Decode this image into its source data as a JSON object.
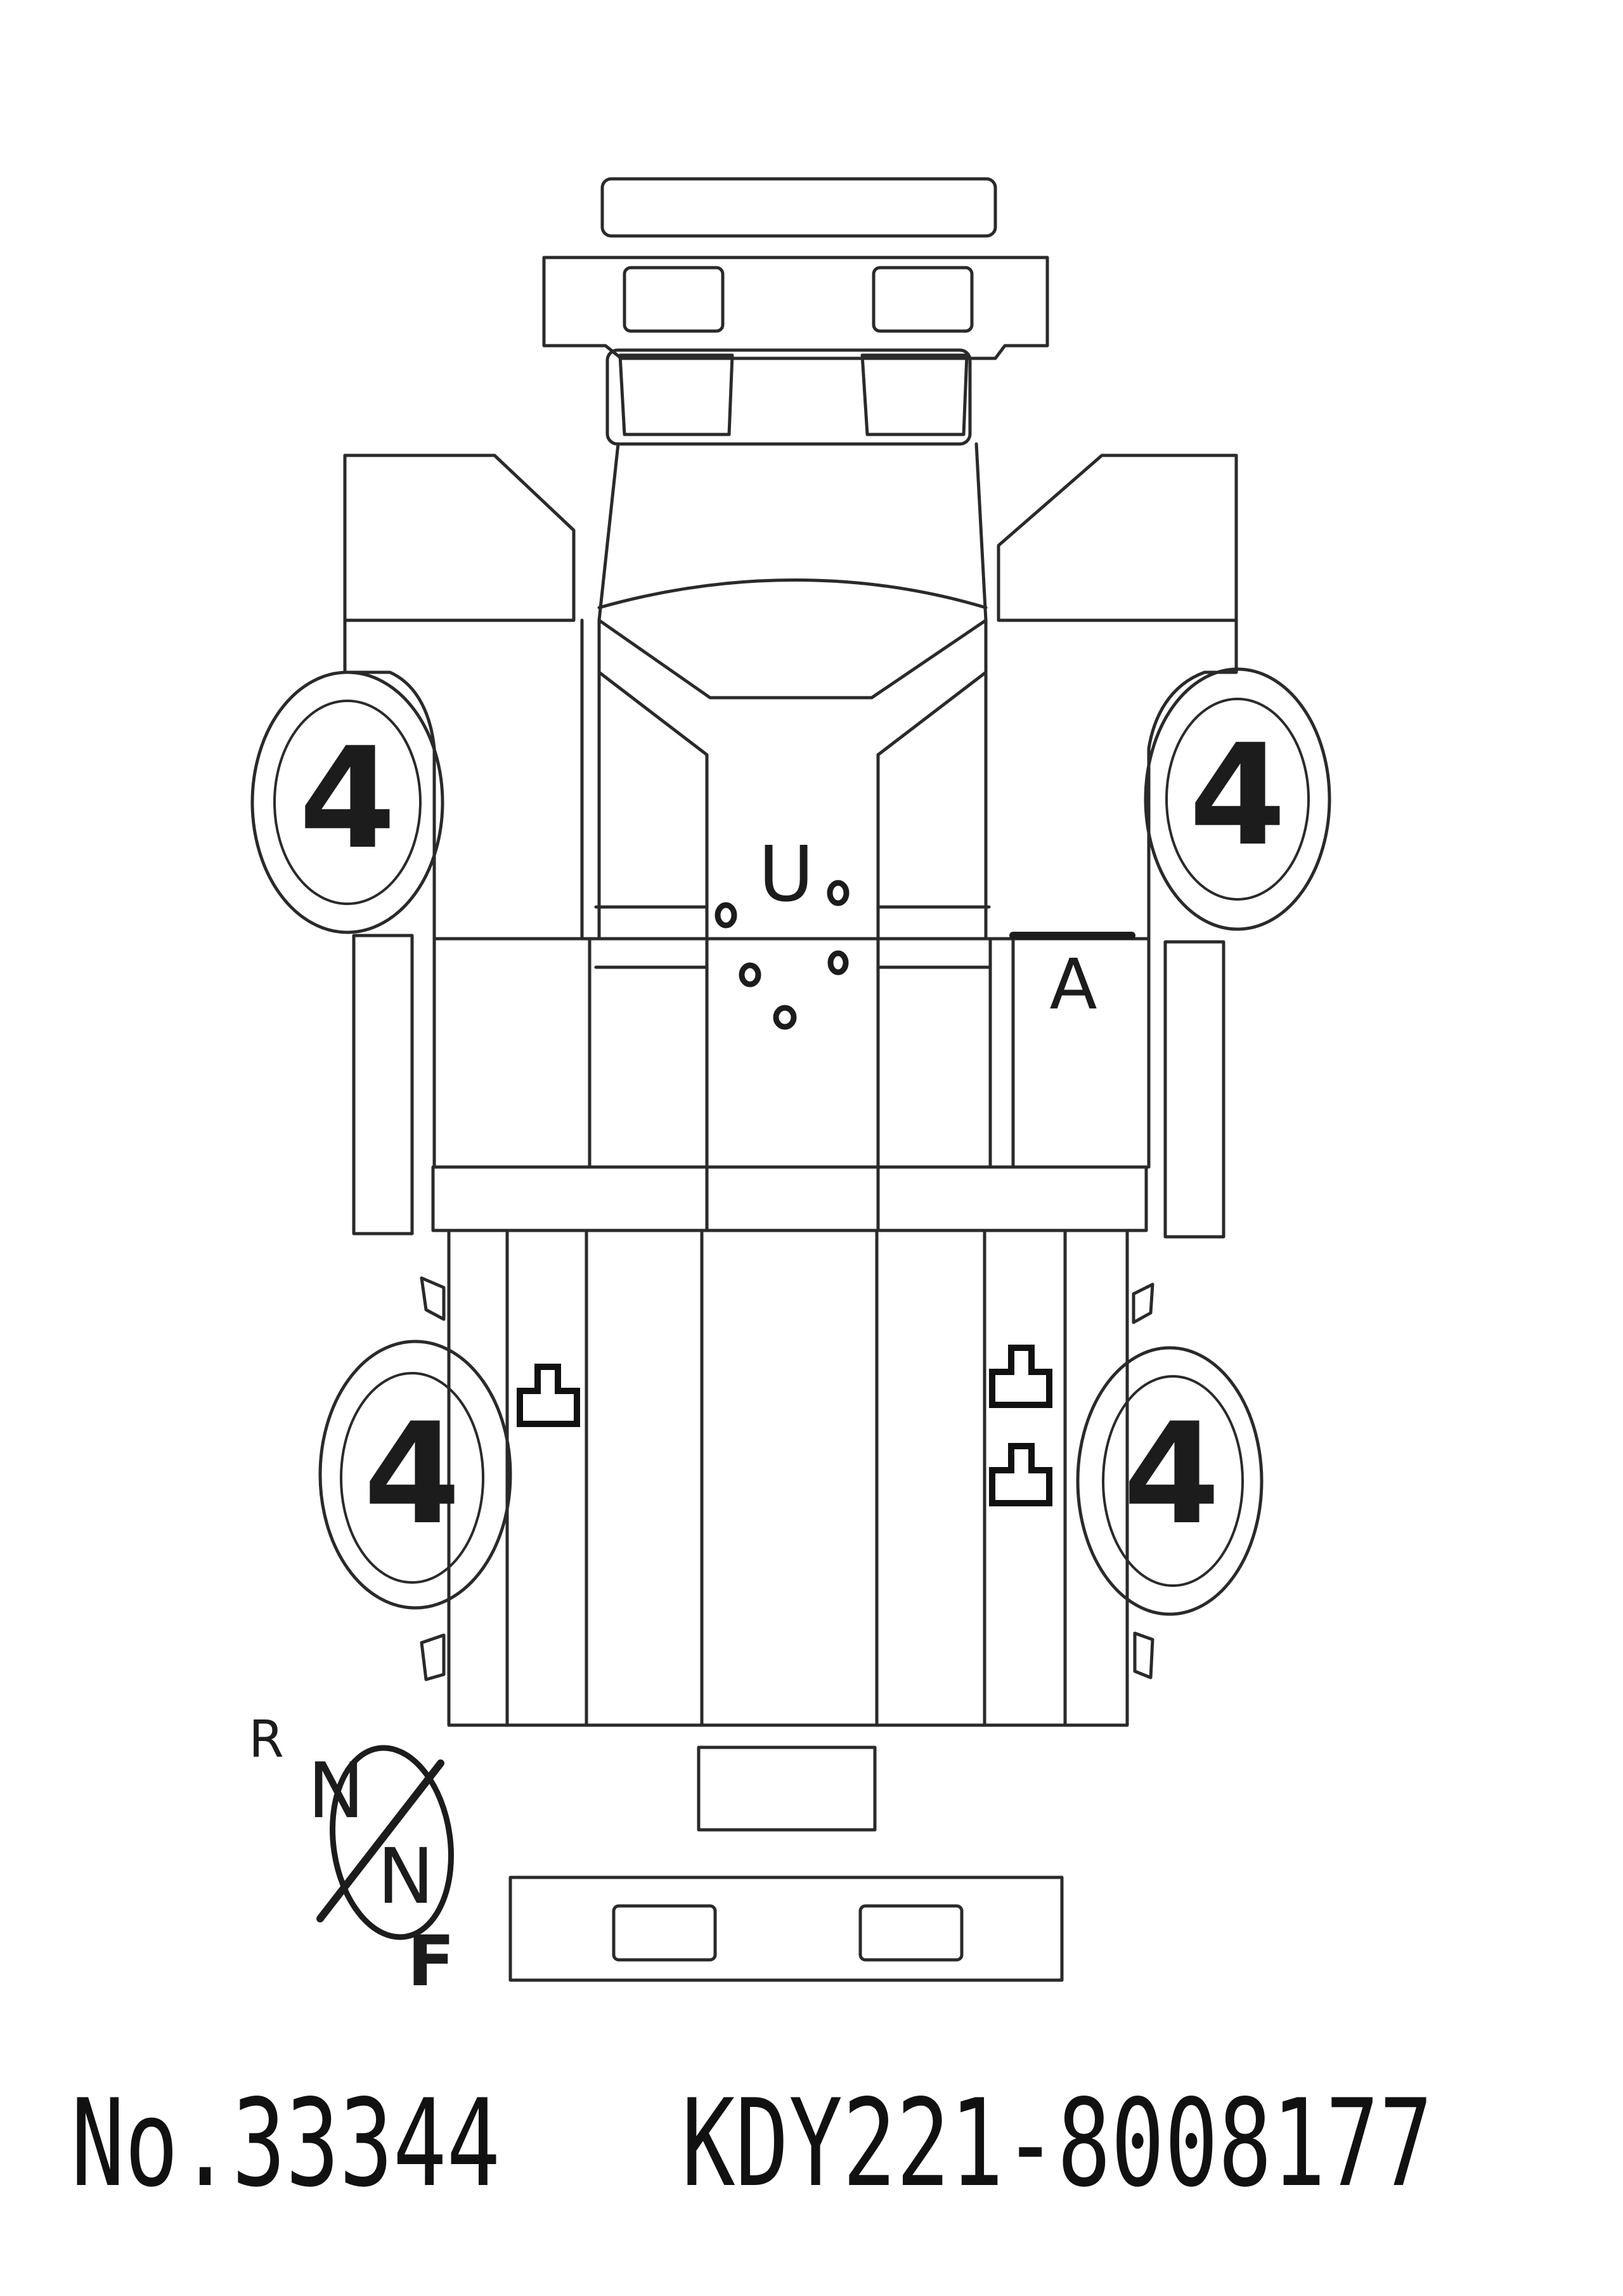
{
  "diagram": {
    "wheel_grades": {
      "front_left": "4",
      "front_right": "4",
      "rear_left": "4",
      "rear_right": "4"
    },
    "damage_codes": {
      "floor_center": "U",
      "floor_front_right": "A"
    },
    "compass": {
      "rear": "R",
      "upper_neutral": "N",
      "lower_neutral": "N",
      "front": "F"
    }
  },
  "footer": {
    "lot_number": "No.33344",
    "chassis_number": "KDY221-8008177"
  }
}
